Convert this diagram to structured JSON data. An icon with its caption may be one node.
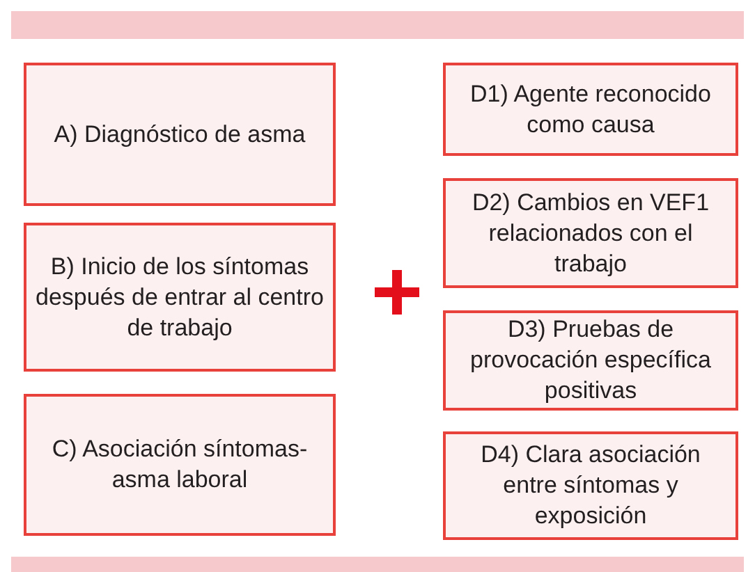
{
  "diagram": {
    "nodes": [
      {
        "text": [
          "A) Diagnóstico de asma"
        ]
      },
      {
        "text": [
          "B) Inicio de los síntomas después de entrar al centro de trabajo"
        ]
      },
      {
        "text": [
          "C) Asociación síntomas-asma laboral"
        ]
      },
      {
        "text": [
          "D1) Agente reconocido como causa"
        ]
      },
      {
        "text": [
          "D2) Cambios en VEF1 relacionados con el trabajo"
        ]
      },
      {
        "text": [
          "D3) Pruebas de provocación específica positivas"
        ]
      },
      {
        "text": [
          "D4) Clara asociación entre síntomas y exposición"
        ]
      }
    ]
  }
}
